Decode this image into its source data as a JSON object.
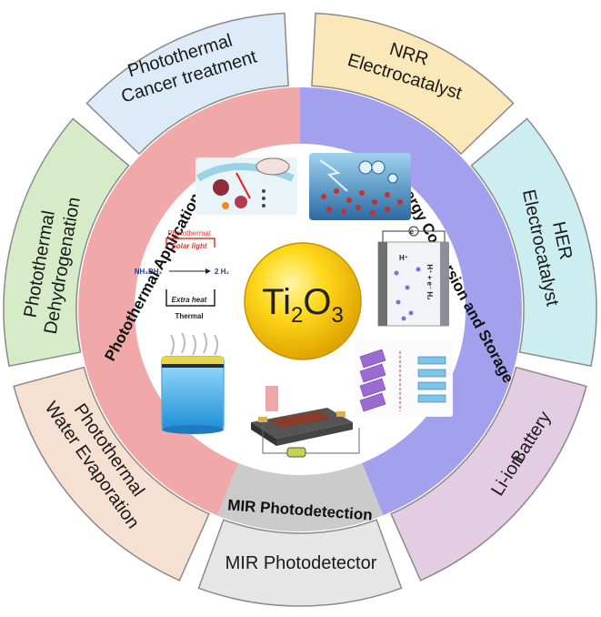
{
  "center": {
    "formula_main": "Ti",
    "sub1": "2",
    "mid": "O",
    "sub2": "3"
  },
  "outer_segments": [
    {
      "id": "cancer",
      "lines": [
        "Photothermal",
        "Cancer treatment"
      ],
      "color": "#dcebf7"
    },
    {
      "id": "nrr",
      "lines": [
        "NRR",
        "Electrocatalyst"
      ],
      "color": "#fbe8b9"
    },
    {
      "id": "her",
      "lines": [
        "HER",
        "Electrocatalyst"
      ],
      "color": "#cdeef0"
    },
    {
      "id": "liion",
      "lines": [
        "Li-ion",
        "Battery"
      ],
      "color": "#e4cce3"
    },
    {
      "id": "mir",
      "lines": [
        "MIR Photodetector"
      ],
      "color": "#e6e6e6"
    },
    {
      "id": "water",
      "lines": [
        "Photothermal",
        "Water Evaporation"
      ],
      "color": "#f6e0d2"
    },
    {
      "id": "dehydro",
      "lines": [
        "Photothermal",
        "Dehydrogenation"
      ],
      "color": "#d6ecc8"
    }
  ],
  "inner_segments": [
    {
      "id": "photothermal",
      "label": "Photothermal Applications",
      "color": "#f0a8a8"
    },
    {
      "id": "energy",
      "label": "Energy Conversion and Storage",
      "color": "#a3a1ee"
    },
    {
      "id": "mir",
      "label": "MIR Photodetection",
      "color": "#cbcbcb"
    }
  ],
  "dehydro_scheme": {
    "top_label": "Photothermal",
    "light_label": "Solar light",
    "reactant": "NH₃BH₃",
    "product": "2 H₂",
    "heat_label": "Extra heat",
    "bottom_label": "Thermal"
  },
  "her_cell": {
    "left": "H⁺",
    "right": "H⁺ + e⁻ H₂",
    "top": "e⁻"
  }
}
